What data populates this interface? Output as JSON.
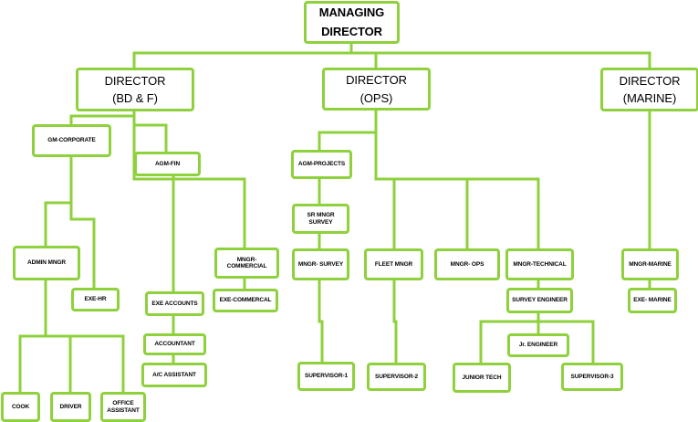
{
  "nodes": {
    "md": "MANAGING\nDIRECTOR",
    "dir_bdf": "DIRECTOR\n(BD & F)",
    "dir_ops": "DIRECTOR\n(OPS)",
    "dir_marine": "DIRECTOR\n(MARINE)",
    "gm_corporate": "GM-CORPORATE",
    "agm_fin": "AGM-FIN",
    "admin_mngr": "ADMIN MNGR",
    "exe_hr": "EXE-HR",
    "exe_accounts": "EXE ACCOUNTS",
    "accountant": "ACCOUNTANT",
    "ac_assistant": "A/C  ASSISTANT",
    "mngr_commercial": "MNGR-COMMERCIAL",
    "exe_commercial": "EXE-COMMERCAL",
    "cook": "COOK",
    "driver": "DRIVER",
    "office_assistant": "OFFICE\nASSISTANT",
    "agm_projects": "AGM-PROJECTS",
    "sr_mngr_survey": "SR MNGR SURVEY",
    "mngr_survey": "MNGR- SURVEY",
    "supervisor_1": "SUPERVISOR-1",
    "fleet_mngr": "FLEET MNGR",
    "supervisor_2": "SUPERVISOR-2",
    "mngr_ops": "MNGR- OPS",
    "mngr_technical": "MNGR-TECHNICAL",
    "survey_engineer": "SURVEY ENGINEER",
    "jr_engineer": "Jr. ENGINEER",
    "junior_tech": "JUNIOR TECH",
    "supervisor_3": "SUPERVISOR-3",
    "mngr_marine": "MNGR-MARINE",
    "exe_marine": "EXE- MARINE"
  },
  "colors": {
    "line": "#8ed13c",
    "box_border": "#8ed13c",
    "text": "#000000"
  }
}
